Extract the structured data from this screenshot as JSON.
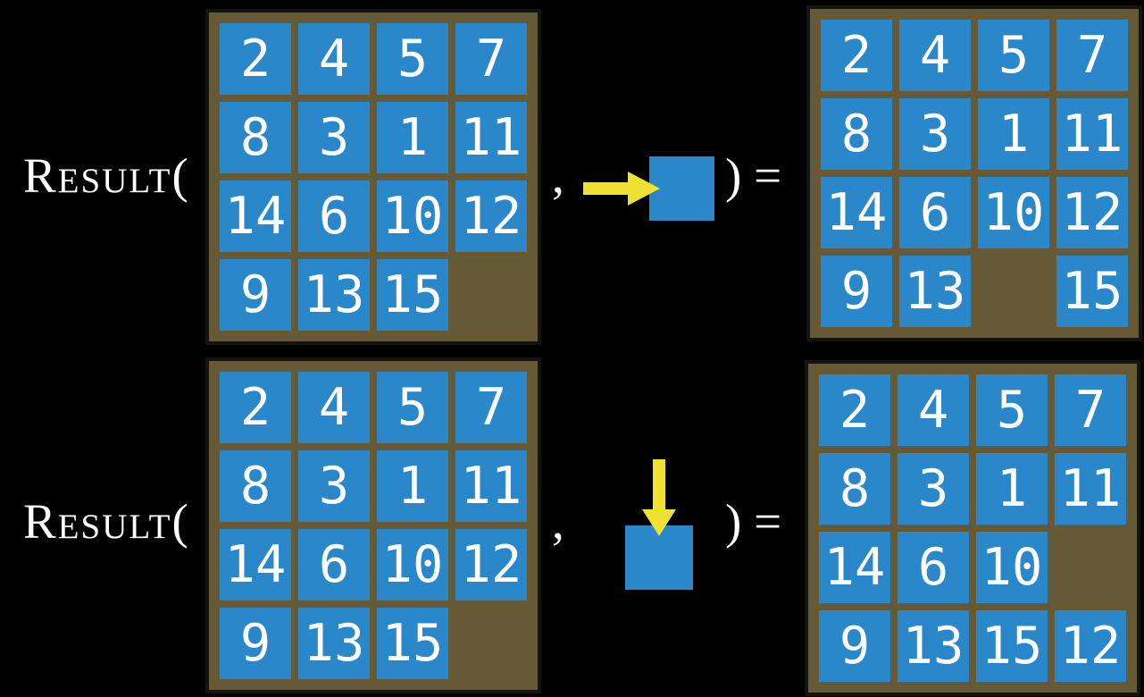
{
  "colors": {
    "background": "#000000",
    "tile_blue": "#2a87c9",
    "frame_brown": "#665936",
    "frame_border": "#141414",
    "arrow_yellow": "#efe234",
    "text_white": "#ffffff"
  },
  "equation_rows": [
    {
      "function_name": "Result",
      "open_paren": "(",
      "comma": ",",
      "close_equals": ") =",
      "action_direction": "right",
      "input_grid": [
        [
          "2",
          "4",
          "5",
          "7"
        ],
        [
          "8",
          "3",
          "1",
          "11"
        ],
        [
          "14",
          "6",
          "10",
          "12"
        ],
        [
          "9",
          "13",
          "15",
          ""
        ]
      ],
      "result_grid": [
        [
          "2",
          "4",
          "5",
          "7"
        ],
        [
          "8",
          "3",
          "1",
          "11"
        ],
        [
          "14",
          "6",
          "10",
          "12"
        ],
        [
          "9",
          "13",
          "",
          "15"
        ]
      ]
    },
    {
      "function_name": "Result",
      "open_paren": "(",
      "comma": ",",
      "close_equals": ") =",
      "action_direction": "down",
      "input_grid": [
        [
          "2",
          "4",
          "5",
          "7"
        ],
        [
          "8",
          "3",
          "1",
          "11"
        ],
        [
          "14",
          "6",
          "10",
          "12"
        ],
        [
          "9",
          "13",
          "15",
          ""
        ]
      ],
      "result_grid": [
        [
          "2",
          "4",
          "5",
          "7"
        ],
        [
          "8",
          "3",
          "1",
          "11"
        ],
        [
          "14",
          "6",
          "10",
          ""
        ],
        [
          "9",
          "13",
          "15",
          "12"
        ]
      ]
    }
  ]
}
